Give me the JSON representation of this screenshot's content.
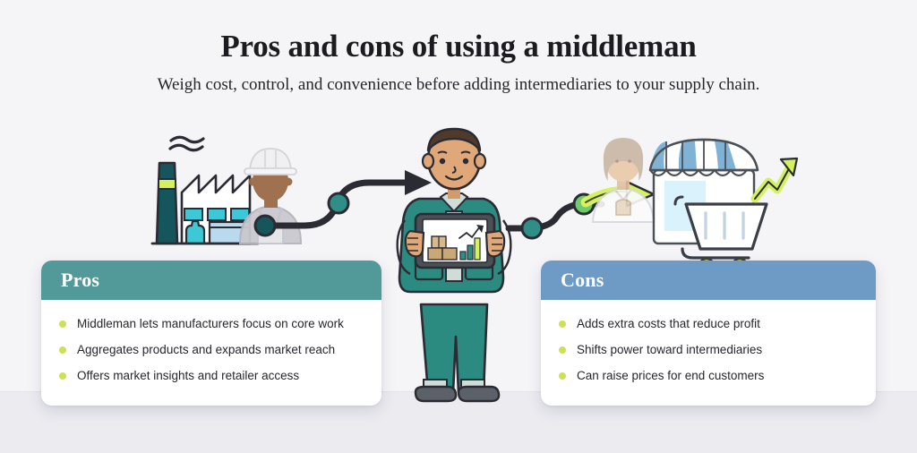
{
  "header": {
    "title": "Pros and cons of using a middleman",
    "subtitle": "Weigh cost, control, and convenience before adding intermediaries to your supply chain."
  },
  "cards": [
    {
      "id": "pros",
      "title": "Pros",
      "header_color": "#529a99",
      "bullet_color": "#cde05a",
      "items": [
        "Middleman lets manufacturers focus on core work",
        "Aggregates products and expands market reach",
        "Offers market insights and retailer access"
      ]
    },
    {
      "id": "cons",
      "title": "Cons",
      "header_color": "#6d9bc6",
      "bullet_color": "#cde05a",
      "items": [
        "Adds extra costs that reduce profit",
        "Shifts power toward intermediaries",
        "Can raise prices for end customers"
      ]
    }
  ],
  "illustration": {
    "background_color": "#f5f5f8",
    "stage_colors": {
      "teal_dark": "#16555a",
      "teal": "#2f8f86",
      "teal_suit": "#2c8b81",
      "lime": "#d4f25c",
      "blue_awning": "#7fb2d4",
      "cyan": "#3dc8d8",
      "outline": "#2b2b33",
      "skin": "#e0a878",
      "skin_dark": "#9b6a45",
      "cart_wheel": "#cde05a"
    },
    "nodes": [
      {
        "name": "factory",
        "label": "manufacturer-factory"
      },
      {
        "name": "worker",
        "label": "factory-worker"
      },
      {
        "name": "middleman",
        "label": "middleman-person"
      },
      {
        "name": "tablet",
        "label": "inventory-tablet"
      },
      {
        "name": "retailer",
        "label": "retailer-person"
      },
      {
        "name": "shop",
        "label": "retail-storefront"
      },
      {
        "name": "cart",
        "label": "shopping-cart"
      },
      {
        "name": "growth-arrow",
        "label": "growth-trend-arrow"
      }
    ]
  }
}
